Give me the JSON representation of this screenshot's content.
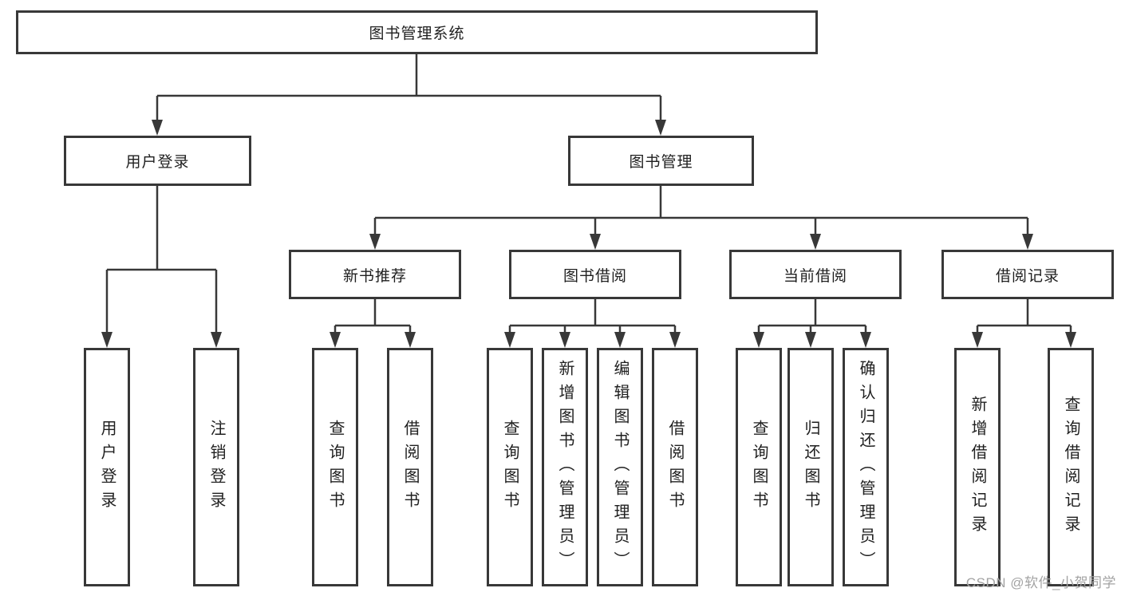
{
  "diagram": {
    "root": {
      "label": "图书管理系统"
    },
    "level2": [
      {
        "label": "用户登录",
        "parent": "图书管理系统"
      },
      {
        "label": "图书管理",
        "parent": "图书管理系统"
      }
    ],
    "level3": [
      {
        "label": "新书推荐",
        "parent": "图书管理"
      },
      {
        "label": "图书借阅",
        "parent": "图书管理"
      },
      {
        "label": "当前借阅",
        "parent": "图书管理"
      },
      {
        "label": "借阅记录",
        "parent": "图书管理"
      }
    ],
    "leaves": [
      {
        "label": "用户登录",
        "parent": "用户登录"
      },
      {
        "label": "注销登录",
        "parent": "用户登录"
      },
      {
        "label": "查询图书",
        "parent": "新书推荐"
      },
      {
        "label": "借阅图书",
        "parent": "新书推荐"
      },
      {
        "label": "查询图书",
        "parent": "图书借阅"
      },
      {
        "label": "新增图书（管理员）",
        "parent": "图书借阅"
      },
      {
        "label": "编辑图书（管理员）",
        "parent": "图书借阅"
      },
      {
        "label": "借阅图书",
        "parent": "图书借阅"
      },
      {
        "label": "查询图书",
        "parent": "当前借阅"
      },
      {
        "label": "归还图书",
        "parent": "当前借阅"
      },
      {
        "label": "确认归还（管理员）",
        "parent": "当前借阅"
      },
      {
        "label": "新增借阅记录",
        "parent": "借阅记录"
      },
      {
        "label": "查询借阅记录",
        "parent": "借阅记录"
      }
    ]
  },
  "watermark": {
    "text": "CSDN @软件_小贺同学"
  },
  "colors": {
    "line": "#383838",
    "node_text": "#1f1f1f",
    "watermark": "#a3a3a3",
    "background": "#ffffff"
  }
}
